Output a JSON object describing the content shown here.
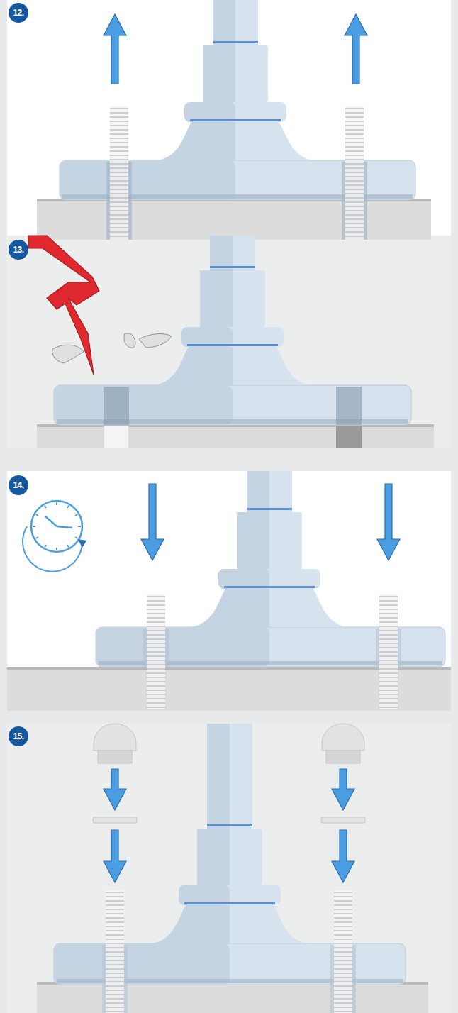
{
  "diagram": {
    "nodes": [
      {
        "text": [
          "12."
        ]
      },
      {
        "text": [
          "13."
        ]
      },
      {
        "text": [
          "14."
        ]
      },
      {
        "text": [
          "15."
        ]
      }
    ]
  }
}
